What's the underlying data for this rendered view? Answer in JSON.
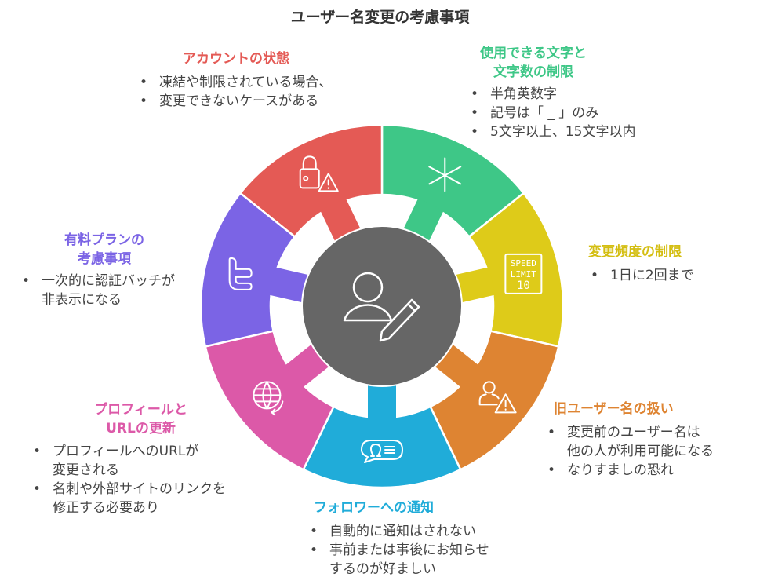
{
  "title": "ユーザー名変更の考慮事項",
  "center_icon": "user-edit-icon",
  "sections": [
    {
      "key": "green",
      "color": "#3EC787",
      "icon": "asterisk-icon",
      "title": [
        "使用できる文字と",
        "文字数の制限"
      ],
      "items": [
        [
          "半角英数字"
        ],
        [
          "記号は「 _ 」のみ"
        ],
        [
          "5文字以上、15文字以内"
        ]
      ]
    },
    {
      "key": "yellow",
      "color": "#DECB19",
      "icon": "speed-limit-sign-icon",
      "icon_text": [
        "SPEED",
        "LIMIT",
        "10"
      ],
      "title": [
        "変更頻度の制限"
      ],
      "items": [
        [
          "1日に2回まで"
        ]
      ]
    },
    {
      "key": "orange",
      "color": "#DE8432",
      "icon": "user-warning-icon",
      "title": [
        "旧ユーザー名の扱い"
      ],
      "items": [
        [
          "変更前のユーザー名は",
          "他の人が利用可能になる"
        ],
        [
          "なりすましの恐れ"
        ]
      ]
    },
    {
      "key": "blue",
      "color": "#20ACD9",
      "icon": "chat-bubble-icon",
      "title": [
        "フォロワーへの通知"
      ],
      "items": [
        [
          "自動的に通知はされない"
        ],
        [
          "事前または事後にお知らせ",
          "するのが好ましい"
        ]
      ]
    },
    {
      "key": "pink",
      "color": "#DC59A8",
      "icon": "globe-refresh-icon",
      "title": [
        "プロフィールと",
        "URLの更新"
      ],
      "items": [
        [
          "プロフィールへのURLが",
          "変更される"
        ],
        [
          "名刺や外部サイトのリンクを",
          "修正する必要あり"
        ]
      ]
    },
    {
      "key": "purple",
      "color": "#7B64E5",
      "icon": "twitter-t-icon",
      "title": [
        "有料プランの",
        "考慮事項"
      ],
      "items": [
        [
          "一次的に認証バッチが",
          "非表示になる"
        ]
      ]
    },
    {
      "key": "red",
      "color": "#E45A55",
      "icon": "lock-warning-icon",
      "title": [
        "アカウントの状態"
      ],
      "items": [
        [
          "凍結や制限されている場合、",
          "変更できないケースがある"
        ]
      ]
    }
  ],
  "center_color": "#666666"
}
